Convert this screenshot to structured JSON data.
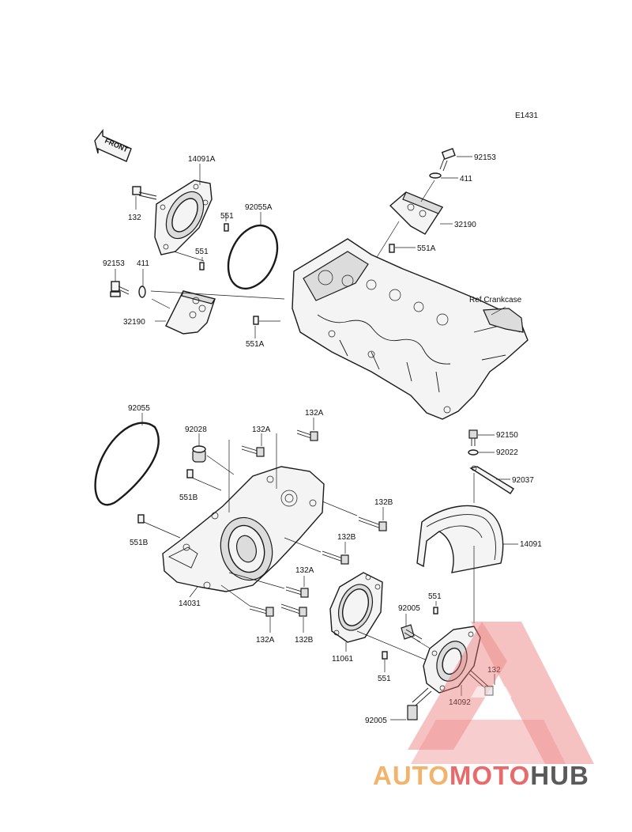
{
  "diagram": {
    "code": "E1431",
    "front_label": "FRONT",
    "ref_label": "Ref.Crankcase",
    "labels": {
      "l_92153_top": "92153",
      "l_411_top": "411",
      "l_32190_top": "32190",
      "l_551A_top": "551A",
      "l_14091A": "14091A",
      "l_132_left": "132",
      "l_551_a": "551",
      "l_92055A": "92055A",
      "l_551_b": "551",
      "l_92153_left": "92153",
      "l_411_left": "411",
      "l_32190_left": "32190",
      "l_551A_left": "551A",
      "l_92055": "92055",
      "l_92028": "92028",
      "l_132A_1": "132A",
      "l_132A_2": "132A",
      "l_551B_1": "551B",
      "l_551B_2": "551B",
      "l_132B_1": "132B",
      "l_132B_2": "132B",
      "l_132A_3": "132A",
      "l_14031": "14031",
      "l_132A_4": "132A",
      "l_132B_3": "132B",
      "l_11061": "11061",
      "l_551_c": "551",
      "l_92150": "92150",
      "l_92022": "92022",
      "l_92037": "92037",
      "l_14091": "14091",
      "l_551_d": "551",
      "l_92005_1": "92005",
      "l_132_right": "132",
      "l_14092": "14092",
      "l_92005_2": "92005"
    }
  },
  "watermark": {
    "part1": "AUTO",
    "part2": "MOTO",
    "part3": "HUB",
    "colors": {
      "auto": "#f2b36b",
      "moto": "#e86a6a",
      "hub": "#5a5a5a",
      "triangle": "#e86a6a"
    }
  }
}
